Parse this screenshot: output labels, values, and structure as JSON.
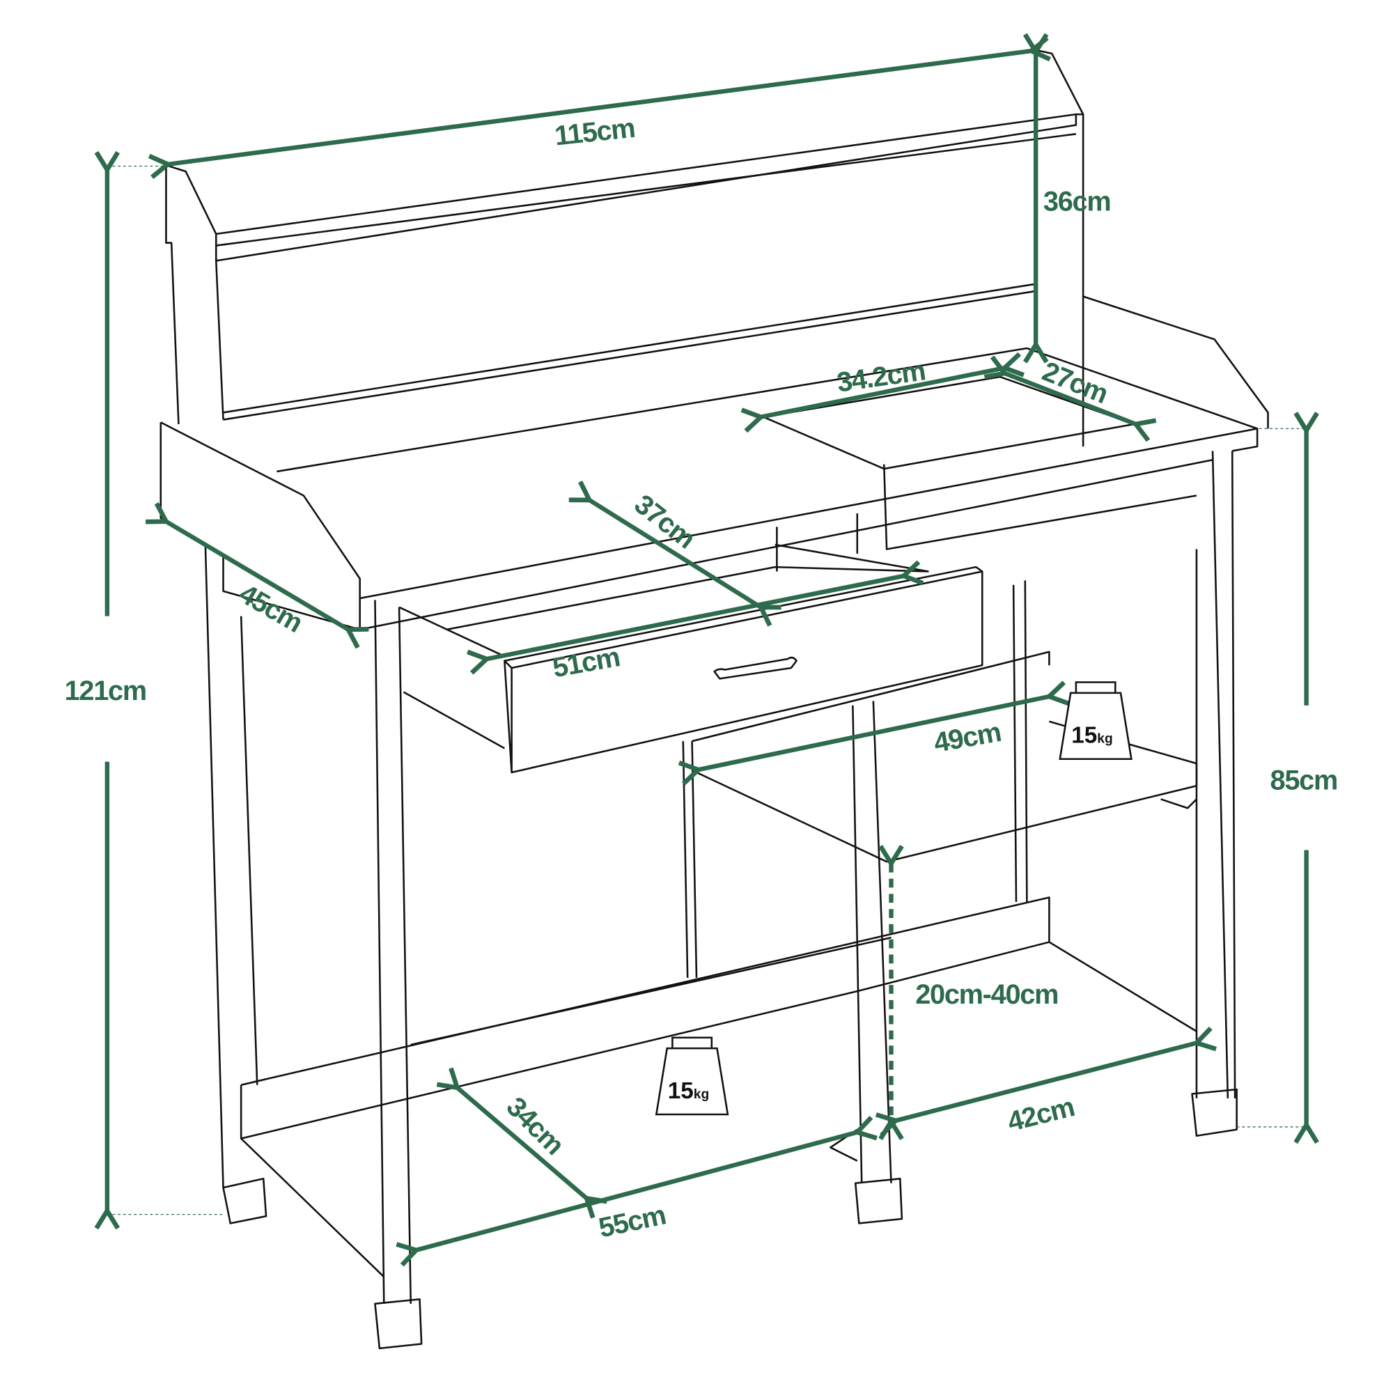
{
  "accent_color": "#2e6b4c",
  "dimensions": {
    "total_width": "115cm",
    "top_shelf_height": "36cm",
    "sink_length": "34.2cm",
    "sink_width": "27cm",
    "drawer_depth": "37cm",
    "side_depth": "45cm",
    "drawer_width": "51cm",
    "total_height": "121cm",
    "middle_shelf_width": "49cm",
    "table_height": "85cm",
    "shelf_gap": "20cm-40cm",
    "bottom_shelf_depth": "34cm",
    "right_bottom_width": "42cm",
    "bottom_shelf_width": "55cm"
  },
  "weights": {
    "middle_shelf": {
      "value": "15",
      "unit": "kg"
    },
    "bottom_shelf": {
      "value": "15",
      "unit": "kg"
    }
  }
}
